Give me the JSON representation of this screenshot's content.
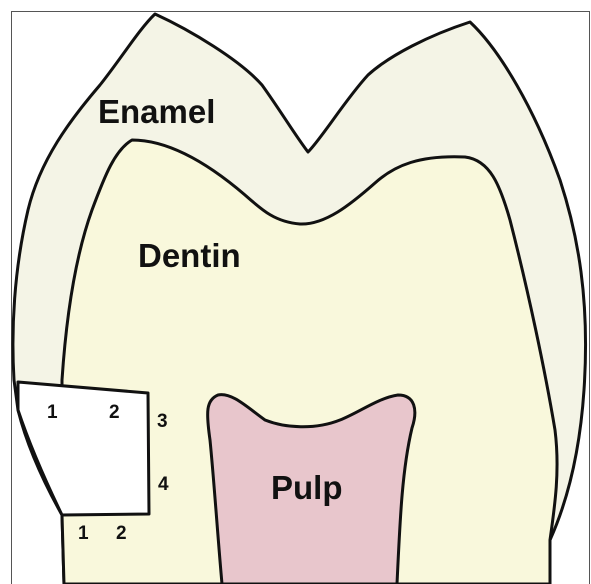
{
  "labels": {
    "enamel": "Enamel",
    "dentin": "Dentin",
    "pulp": "Pulp"
  },
  "cavity_markers": {
    "top_left": "1",
    "top_right": "2",
    "right_upper": "3",
    "right_lower": "4",
    "bottom_left": "1",
    "bottom_right": "2"
  },
  "colors": {
    "enamel": "#f4f4e6",
    "dentin": "#f9f8dc",
    "pulp": "#e8c6cc",
    "cavity": "#ffffff",
    "outline": "#111111"
  }
}
